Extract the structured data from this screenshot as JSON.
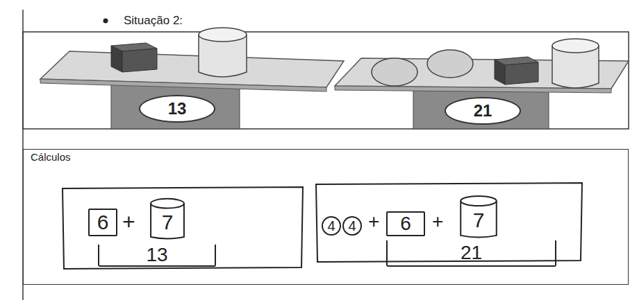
{
  "diagram": {
    "nodes": [
      {
        "text": [
          "13"
        ]
      },
      {
        "text": [
          "21"
        ]
      },
      {
        "text": [
          "Cálculos"
        ]
      },
      {
        "text": [
          "6"
        ],
        "in": 2
      },
      {
        "text": [
          "7"
        ],
        "in": 2
      },
      {
        "text": [
          "13"
        ],
        "in": 2
      },
      {
        "text": [
          "4"
        ],
        "in": 2
      },
      {
        "text": [
          "4"
        ],
        "in": 2
      },
      {
        "text": [
          "6"
        ],
        "in": 2
      },
      {
        "text": [
          "7"
        ],
        "in": 2
      },
      {
        "text": [
          "21"
        ],
        "in": 2
      }
    ],
    "labels": [
      "Situação 2:",
      "+",
      "+",
      "+"
    ]
  }
}
